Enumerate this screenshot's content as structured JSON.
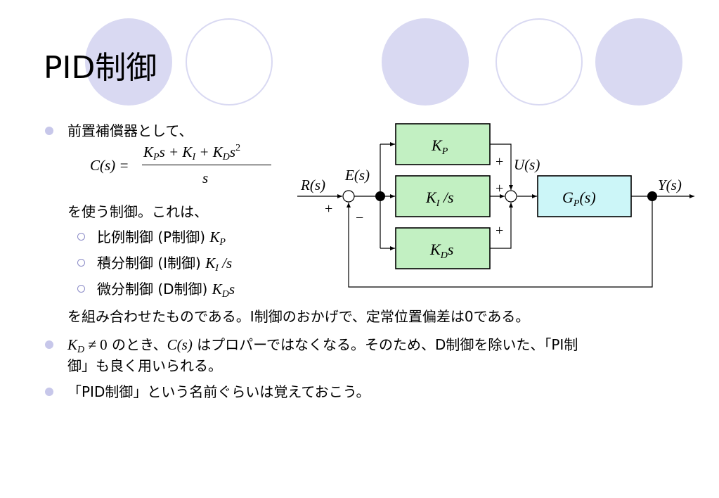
{
  "title": "PID制御",
  "colors": {
    "circle_fill": "#d9d9f2",
    "circle_stroke": "#d9d9f2",
    "block_green": "#c2f0c2",
    "block_cyan": "#ccf6f8",
    "bullet": "#c7c7ea"
  },
  "bullets": {
    "b1_text": "前置補償器として、",
    "formula": {
      "lhs": "C(s) =",
      "num_a": "K",
      "num_a_sub": "P",
      "num_b": "s + K",
      "num_b_sub": "I",
      "num_c": " + K",
      "num_c_sub": "D",
      "num_d": "s",
      "num_d_sup": "2",
      "den": "s"
    },
    "b1_line2": "を使う制御。これは、",
    "sub_items": [
      {
        "label": "比例制御 (P制御) ",
        "math": "K",
        "math_sub": "P",
        "math_tail": ""
      },
      {
        "label": "積分制御 (I制御) ",
        "math": "K",
        "math_sub": "I",
        "math_tail": " /s"
      },
      {
        "label": "微分制御 (D制御) ",
        "math": "K",
        "math_sub": "D",
        "math_tail": "s"
      }
    ],
    "b1_line3": "を組み合わせたものである。I制御のおかげで、定常位置偏差は0である。",
    "b2_math1": "K",
    "b2_math1_sub": "D",
    "b2_math1_tail": " ≠ 0",
    "b2_text1": " のとき、",
    "b2_math2": "C(s)",
    "b2_text2": " はプロパーではなくなる。そのため、D制御を除いた、「PI制",
    "b2_line2": "御」も良く用いられる。",
    "b3_text": "「PID制御」という名前ぐらいは覚えておこう。"
  },
  "diagram": {
    "R_label": "R(s)",
    "E_label": "E(s)",
    "U_label": "U(s)",
    "Y_label": "Y(s)",
    "plus": "+",
    "minus": "−",
    "kp_label": "K",
    "kp_sub": "P",
    "ki_label": "K",
    "ki_sub": "I",
    "ki_tail": " /s",
    "kd_label": "K",
    "kd_sub": "D",
    "kd_tail": "s",
    "gp_label": "G",
    "gp_sub": "P",
    "gp_tail": "(s)"
  }
}
